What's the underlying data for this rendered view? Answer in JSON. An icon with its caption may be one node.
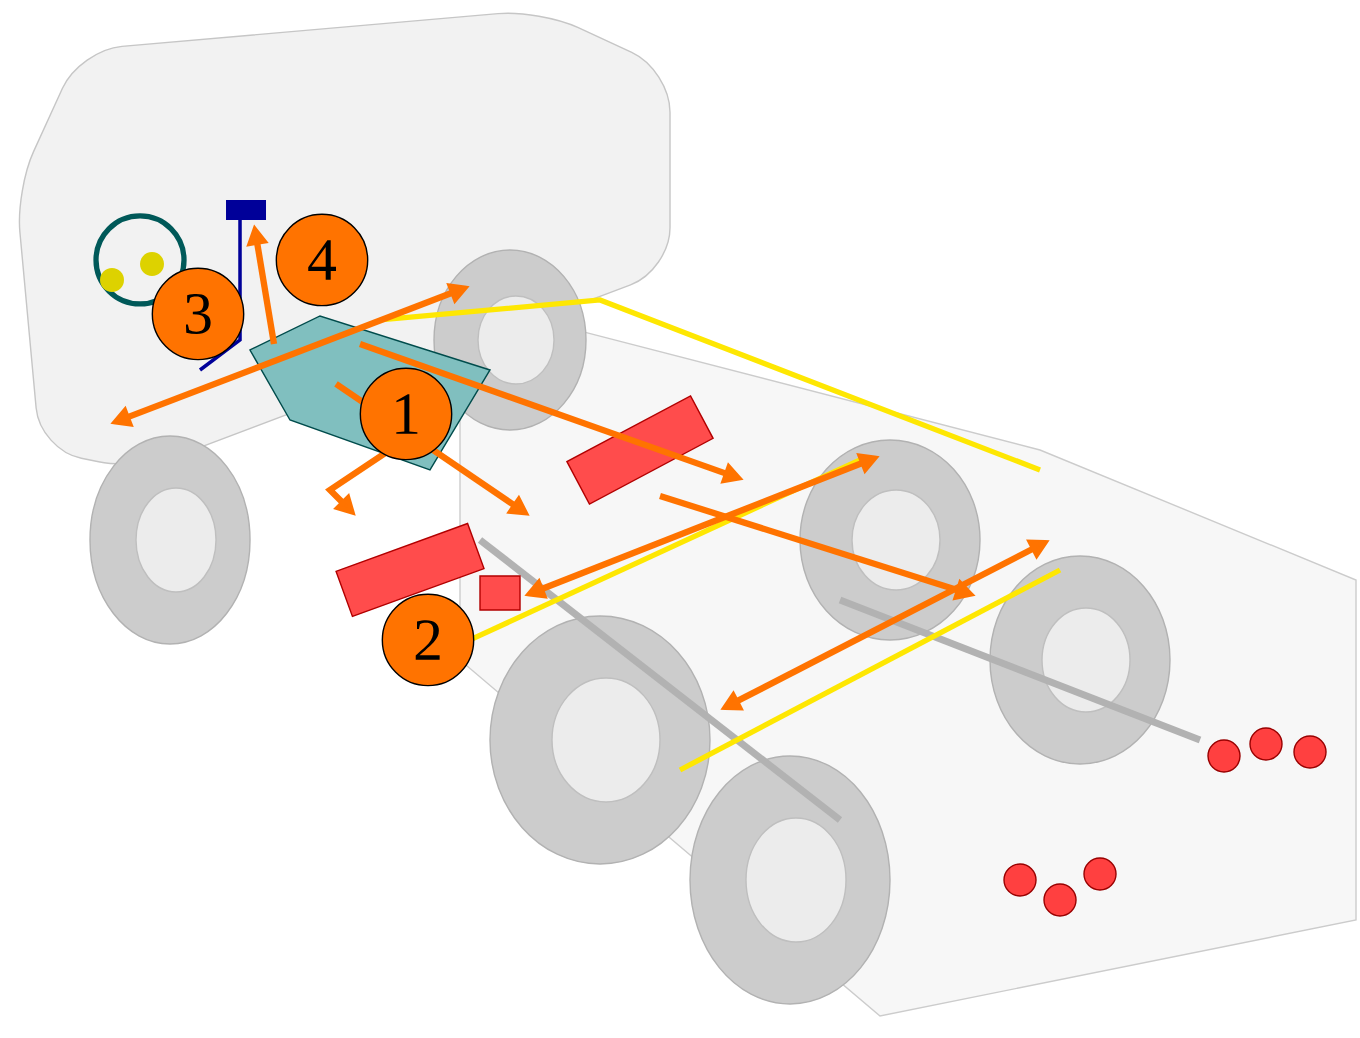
{
  "diagram": {
    "labels": [
      "4",
      "3",
      "1",
      "2"
    ]
  }
}
